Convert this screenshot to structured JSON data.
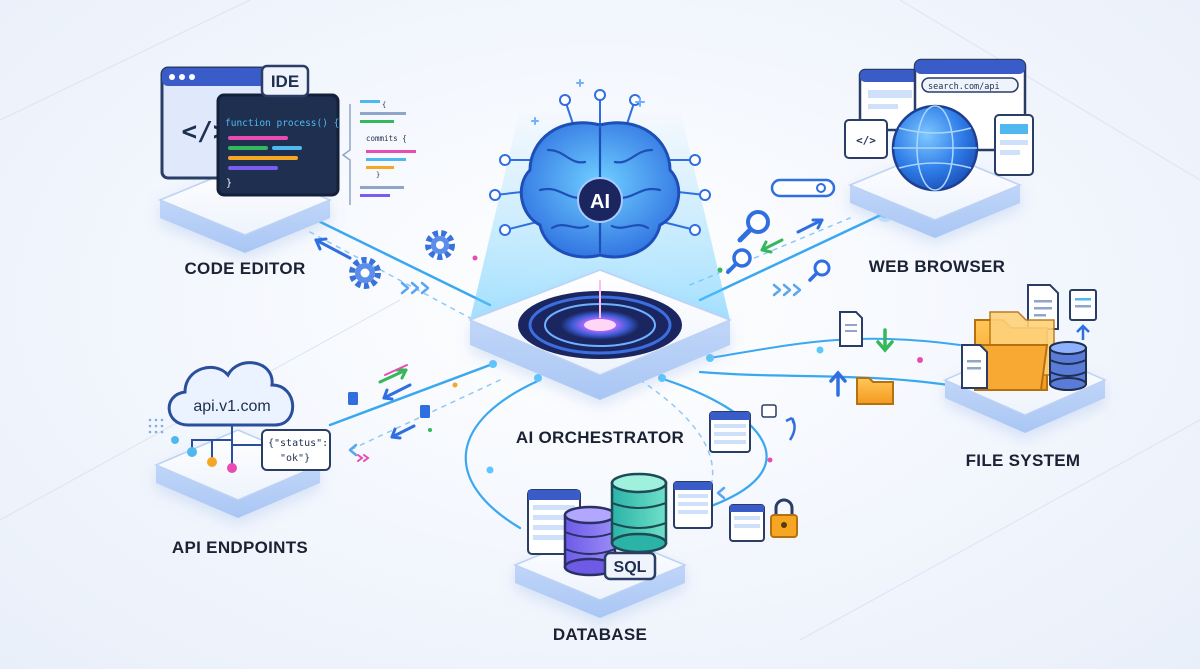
{
  "center": {
    "label": "AI ORCHESTRATOR",
    "badge": "AI"
  },
  "nodes": {
    "code_editor": {
      "label": "CODE EDITOR",
      "ide_tag": "IDE",
      "code_symbol": "</>",
      "function_text": "function process() {",
      "closing_brace": "}",
      "snippet_open": "{",
      "snippet_commits": "commits {",
      "snippet_close": "}"
    },
    "web_browser": {
      "label": "WEB BROWSER",
      "url": "search.com/api",
      "code_symbol": "</>"
    },
    "file_system": {
      "label": "FILE SYSTEM"
    },
    "api_endpoints": {
      "label": "API ENDPOINTS",
      "host": "api.v1.com",
      "response_line1": "{\"status\":",
      "response_line2": "\"ok\"}"
    },
    "database": {
      "label": "DATABASE",
      "badge": "SQL"
    }
  },
  "colors": {
    "primary_blue": "#2f6fe0",
    "light_blue": "#4fb8ef",
    "navy": "#1e2f4f",
    "green": "#35b85b",
    "orange": "#f5a623",
    "magenta": "#e84cb0",
    "purple": "#7a5cf0"
  }
}
